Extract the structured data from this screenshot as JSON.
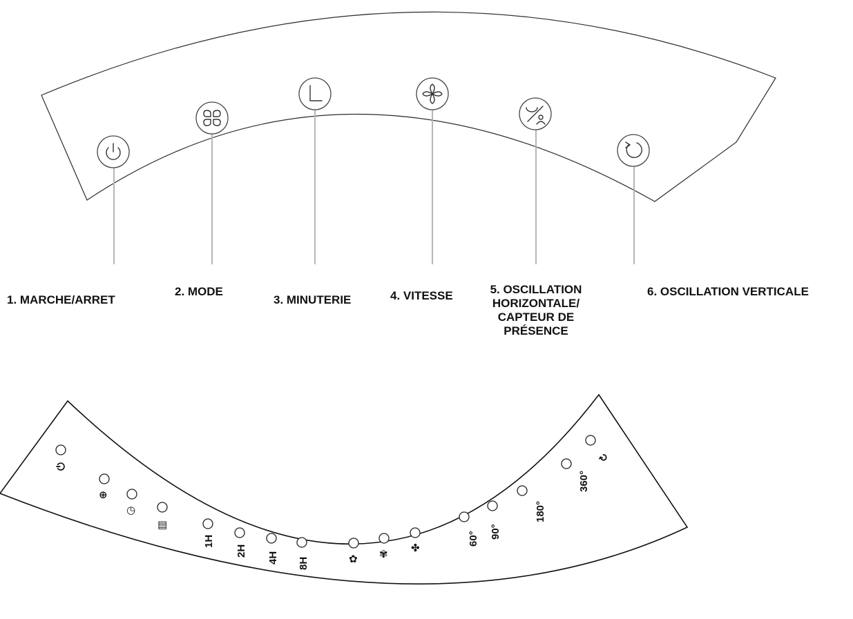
{
  "callouts": {
    "power": "1. MARCHE/ARRET",
    "mode": "2. MODE",
    "timer": "3. MINUTERIE",
    "speed": "4. VITESSE",
    "horizontal_line1": "5. OSCILLATION",
    "horizontal_line2": "HORIZONTALE/",
    "horizontal_line3": "CAPTEUR DE",
    "horizontal_line4": "PRÉSENCE",
    "vertical": "6. OSCILLATION VERTICALE"
  },
  "indicator_panel": {
    "timer_labels": [
      "1H",
      "2H",
      "4H",
      "8H"
    ],
    "angle_labels": [
      "60°",
      "90°",
      "180°",
      "360°"
    ]
  },
  "icons": {
    "power": "power-icon",
    "mode": "mode-icon",
    "timer": "timer-icon",
    "speed": "fan-icon",
    "horizontal": "oscillation-presence-icon",
    "vertical": "vertical-oscillation-icon"
  }
}
